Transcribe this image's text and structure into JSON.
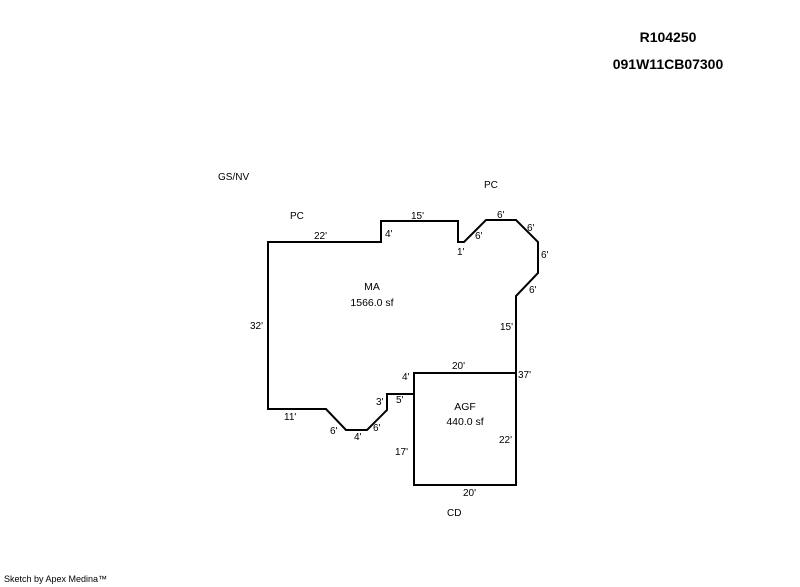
{
  "header": {
    "account_id": "R104250",
    "parcel_number": "091W11CB07300"
  },
  "labels": {
    "gs_nv": "GS/NV",
    "pc_left": "PC",
    "pc_right": "PC",
    "cd": "CD"
  },
  "areas": {
    "main": {
      "code": "MA",
      "area": "1566.0 sf"
    },
    "garage": {
      "code": "AGF",
      "area": "440.0 sf"
    }
  },
  "dimensions": {
    "ma_top_left": "22'",
    "ma_step_up": "4'",
    "ma_top_mid": "15'",
    "ma_notch_down": "1'",
    "ma_diag_up": "6'",
    "ma_top_right": "6'",
    "ma_diag_right_top": "6'",
    "ma_right_short": "6'",
    "ma_diag_right_bottom": "6'",
    "ma_right_mid": "15'",
    "ma_right_total": "37'",
    "ma_left": "32'",
    "ma_bottom_left": "11'",
    "ma_diag_bottom_left": "6'",
    "ma_bottom_short": "4'",
    "ma_diag_bottom_right": "6'",
    "ma_step_left": "3'",
    "ma_step_top": "5'",
    "ma_step_garage": "4'",
    "agf_top": "20'",
    "agf_left": "17'",
    "agf_right": "22'",
    "agf_bottom": "20'"
  },
  "footer": {
    "credit": "Sketch by Apex Medina™"
  }
}
